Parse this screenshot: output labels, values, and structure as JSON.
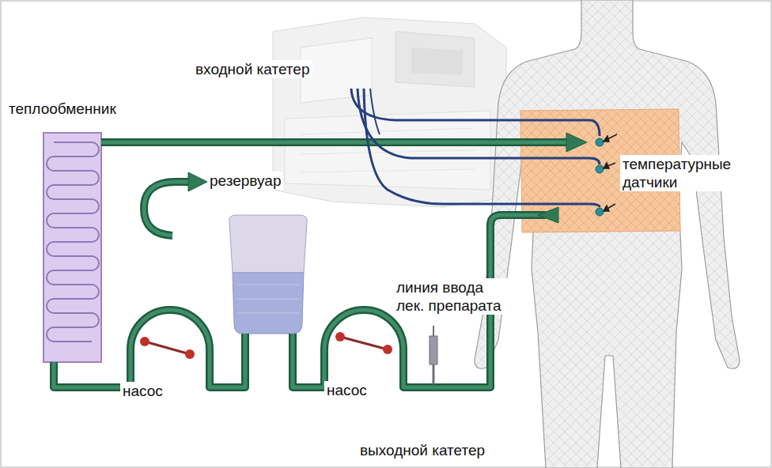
{
  "diagram": {
    "labels": [
      "входной катетер",
      "теплообменник",
      "резервуар",
      "температурные датчики",
      "линия ввода лек. препарата",
      "насос",
      "насос",
      "выходной катетер"
    ]
  }
}
